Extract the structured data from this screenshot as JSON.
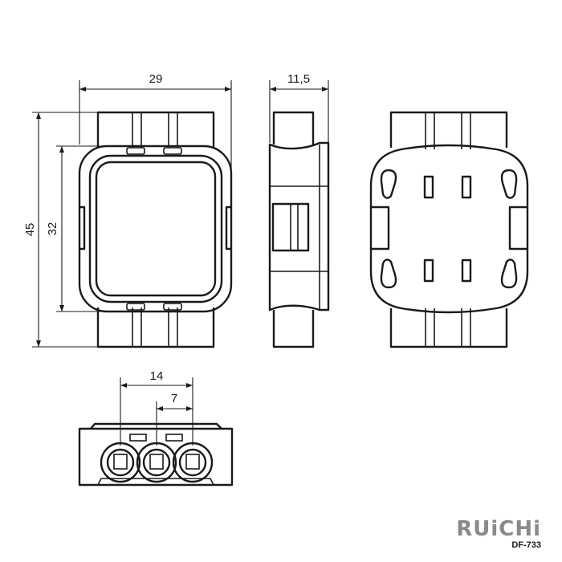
{
  "dimensions": {
    "width_front": "29",
    "depth_side": "11,5",
    "height_total": "45",
    "height_body": "32",
    "pitch_double": "14",
    "pitch_single": "7"
  },
  "brand": {
    "logo_text": "RUiCHi",
    "model": "DF-733",
    "logo_color": "#8a8a8a"
  },
  "colors": {
    "line": "#1a1a1a",
    "background": "#ffffff"
  }
}
